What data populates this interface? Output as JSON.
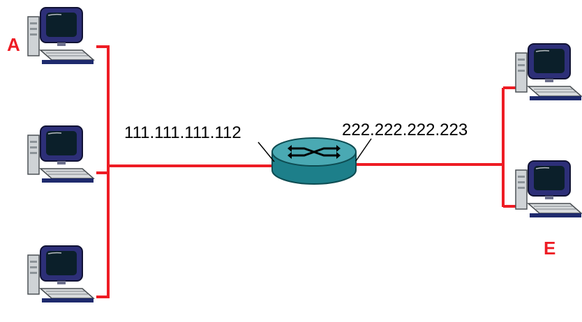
{
  "colors": {
    "link": "#ee1c24",
    "label": "#ee1c24",
    "router_top": "#4aa9b3",
    "router_side": "#1d7f8a",
    "monitor_screen": "#0b1f2a",
    "monitor_body": "#2d2f78",
    "computer_case": "#cfd3d6"
  },
  "icons": {
    "host": "desktop-computer-icon",
    "router": "router-icon"
  },
  "hosts": {
    "a": {
      "label": "A"
    },
    "e": {
      "label": "E"
    }
  },
  "router": {
    "left_interface_ip": "111.111.111.112",
    "right_interface_ip": "222.222.222.223"
  }
}
